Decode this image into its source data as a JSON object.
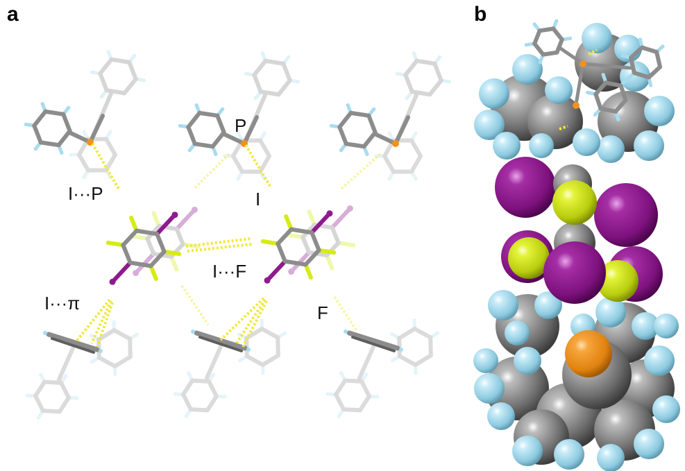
{
  "panels": {
    "a": {
      "letter": "a"
    },
    "b": {
      "letter": "b"
    }
  },
  "labels": {
    "i_p": "I···P",
    "p": "P",
    "i": "I",
    "i_f": "I···F",
    "i_pi": "I···π",
    "f": "F"
  },
  "colors": {
    "carbon": "#8c8c8c",
    "hydrogen": "#a9dcef",
    "phosphorus": "#f0921e",
    "iodine": "#8e1a8e",
    "fluorine": "#d6ec14",
    "halogen_bond": "#f2e83a"
  }
}
